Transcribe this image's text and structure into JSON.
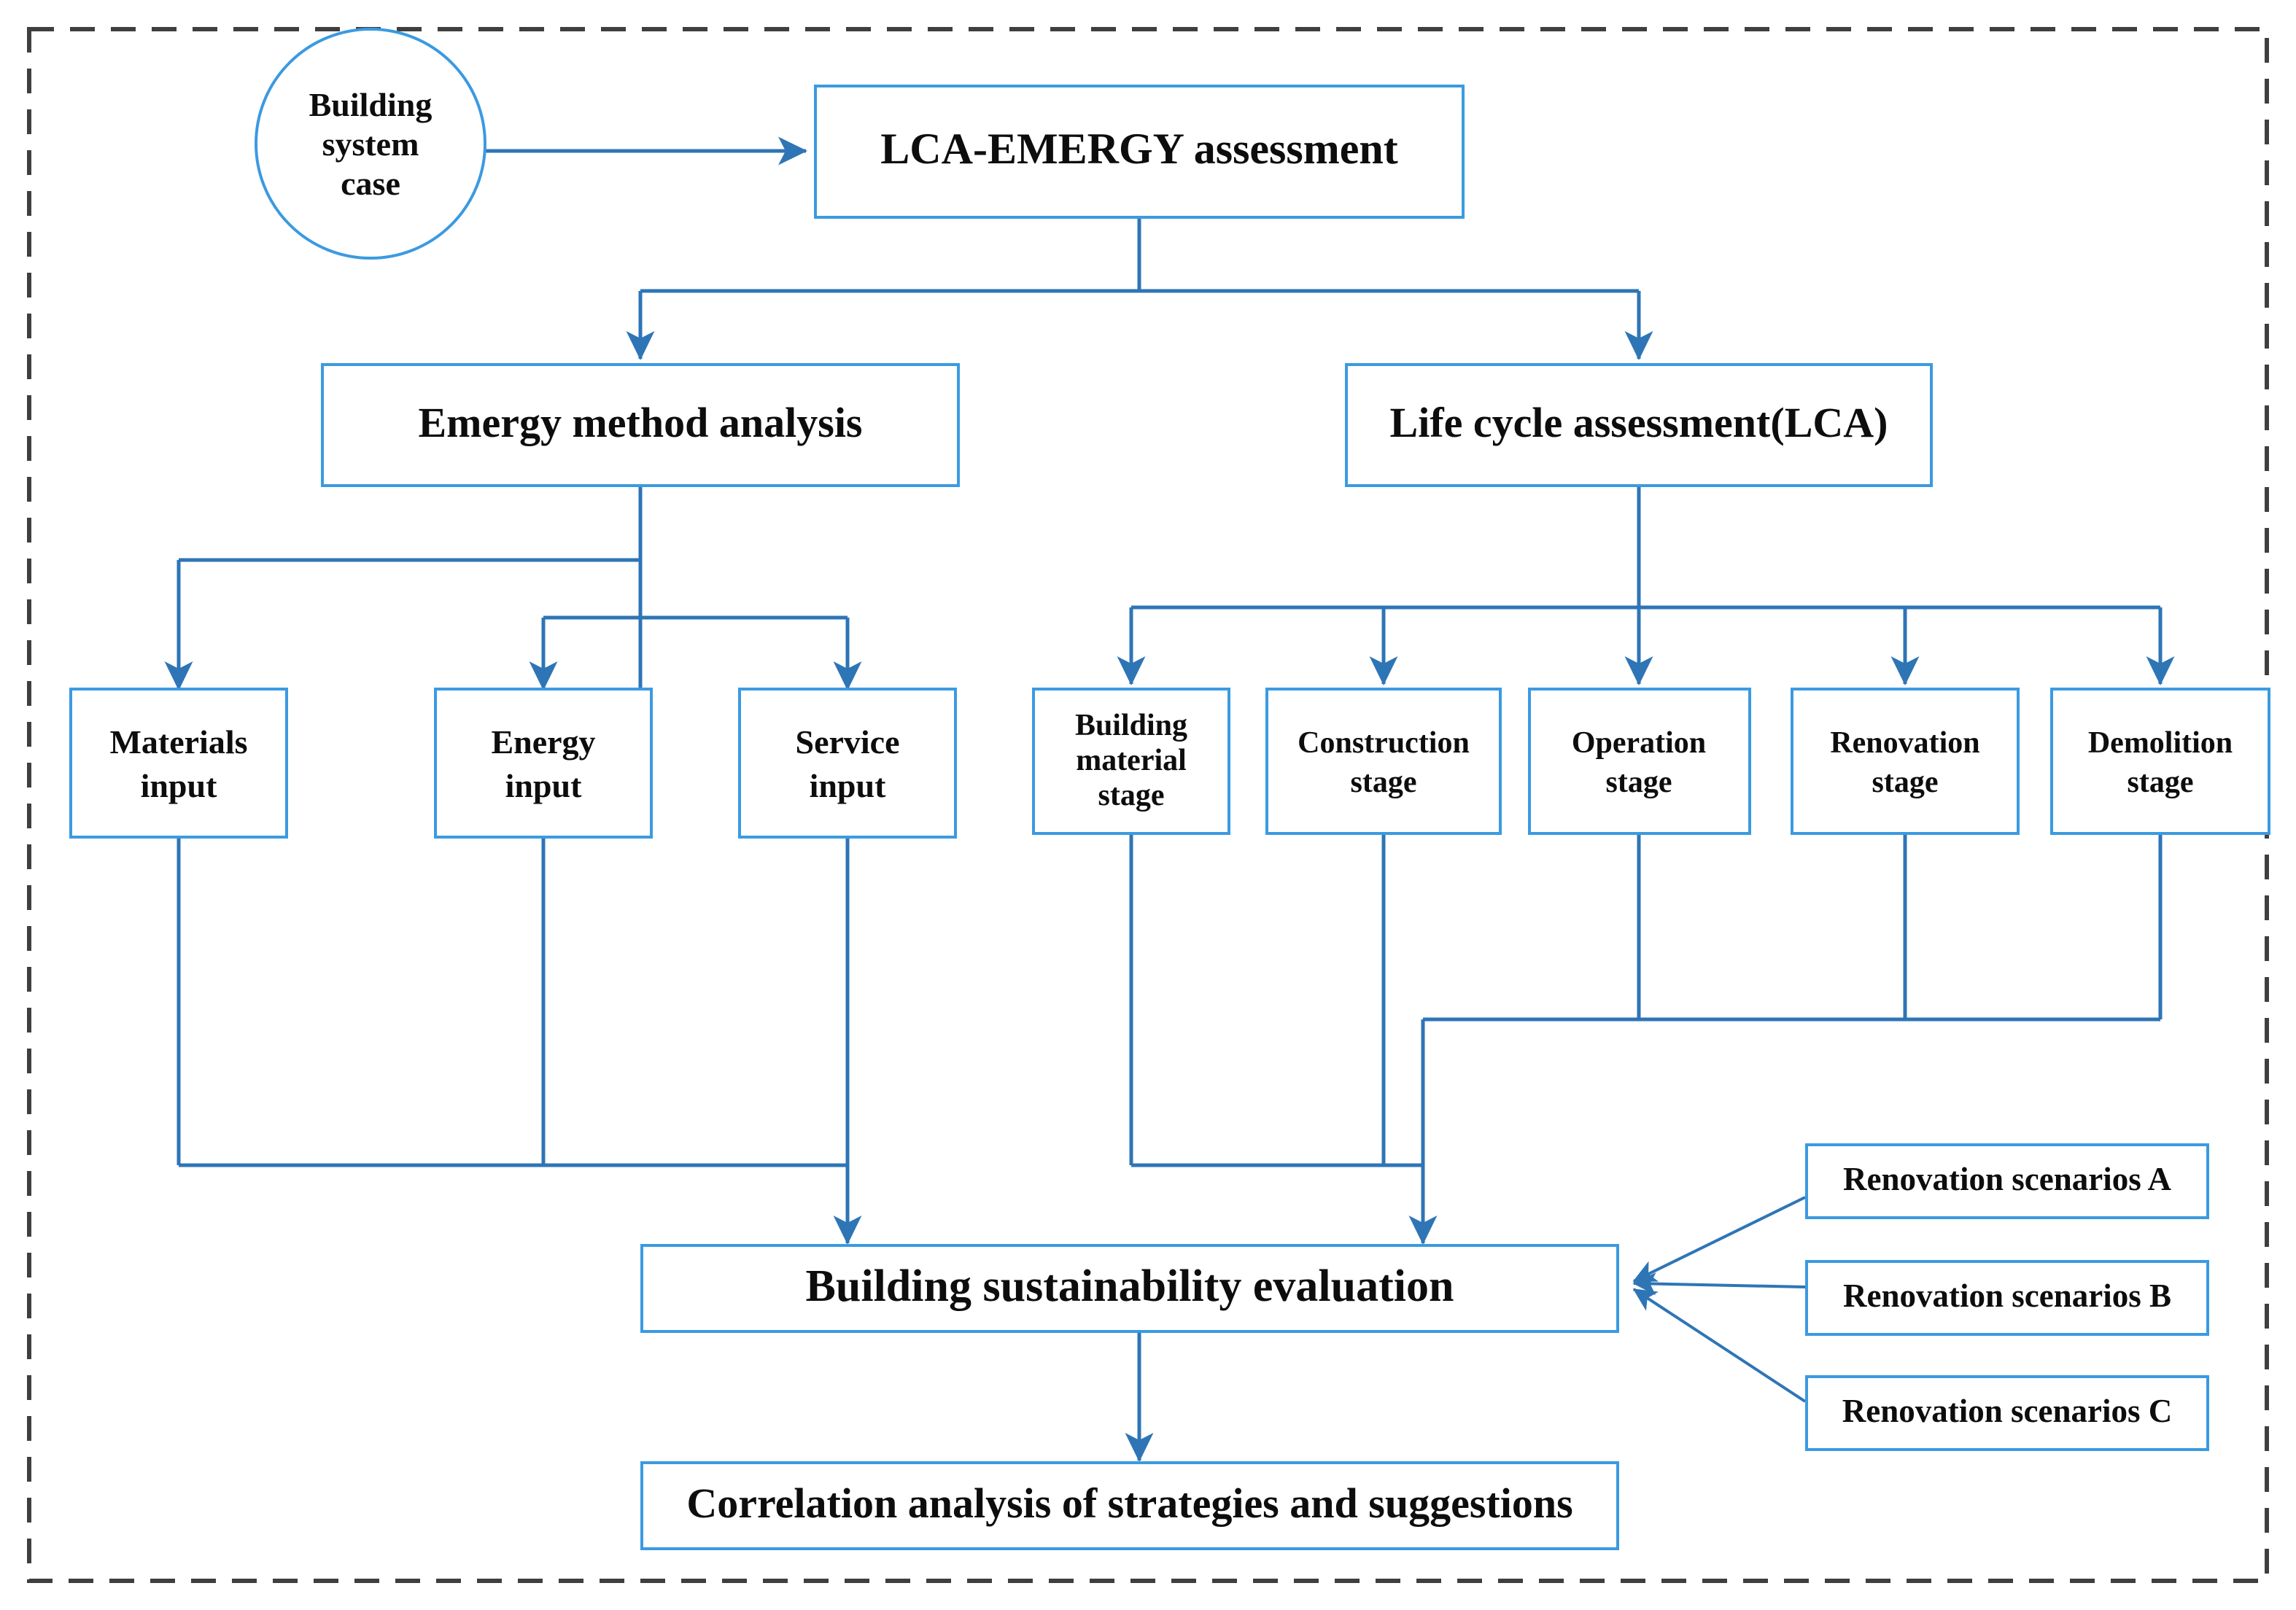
{
  "diagram": {
    "title_flow": "LCA-EMERGY assessment research framework",
    "frame": {
      "style": "dashed",
      "color": "#3f3f3f"
    },
    "accent_color": "#3b9ae1",
    "connector_color": "#2e75b6",
    "text_color": "#0d0d0d",
    "nodes": {
      "case": {
        "label_line1": "Building",
        "label_line2": "system",
        "label_line3": "case",
        "shape": "circle"
      },
      "root": {
        "label": "LCA-EMERGY assessment",
        "shape": "rect"
      },
      "emergy": {
        "label": "Emergy method analysis",
        "shape": "rect"
      },
      "lca": {
        "label": "Life cycle assessment(LCA)",
        "shape": "rect"
      },
      "materials": {
        "label_line1": "Materials",
        "label_line2": "input",
        "shape": "rect"
      },
      "energy": {
        "label_line1": "Energy",
        "label_line2": "input",
        "shape": "rect"
      },
      "service": {
        "label_line1": "Service",
        "label_line2": "input",
        "shape": "rect"
      },
      "building_material": {
        "label_line1": "Building",
        "label_line2": "material",
        "label_line3": "stage",
        "shape": "rect"
      },
      "construction": {
        "label_line1": "Construction",
        "label_line2": "stage",
        "shape": "rect"
      },
      "operation": {
        "label_line1": "Operation",
        "label_line2": "stage",
        "shape": "rect"
      },
      "renovation": {
        "label_line1": "Renovation",
        "label_line2": "stage",
        "shape": "rect"
      },
      "demolition": {
        "label_line1": "Demolition",
        "label_line2": "stage",
        "shape": "rect"
      },
      "evaluation": {
        "label": "Building sustainability evaluation",
        "shape": "rect"
      },
      "correlation": {
        "label": "Correlation analysis of strategies and suggestions",
        "shape": "rect"
      },
      "scenario_a": {
        "label": "Renovation scenarios A",
        "shape": "rect"
      },
      "scenario_b": {
        "label": "Renovation scenarios B",
        "shape": "rect"
      },
      "scenario_c": {
        "label": "Renovation scenarios C",
        "shape": "rect"
      }
    },
    "edges": [
      {
        "from": "case",
        "to": "root",
        "type": "arrow-right"
      },
      {
        "from": "root",
        "to": "emergy",
        "type": "arrow-down"
      },
      {
        "from": "root",
        "to": "lca",
        "type": "arrow-down"
      },
      {
        "from": "emergy",
        "to": "materials",
        "type": "arrow-down"
      },
      {
        "from": "emergy",
        "to": "energy",
        "type": "arrow-down"
      },
      {
        "from": "emergy",
        "to": "service",
        "type": "arrow-down"
      },
      {
        "from": "lca",
        "to": "building_material",
        "type": "arrow-down"
      },
      {
        "from": "lca",
        "to": "construction",
        "type": "arrow-down"
      },
      {
        "from": "lca",
        "to": "operation",
        "type": "arrow-down"
      },
      {
        "from": "lca",
        "to": "renovation",
        "type": "arrow-down"
      },
      {
        "from": "lca",
        "to": "demolition",
        "type": "arrow-down"
      },
      {
        "from": "materials",
        "to": "evaluation",
        "type": "bus-down"
      },
      {
        "from": "energy",
        "to": "evaluation",
        "type": "bus-down"
      },
      {
        "from": "service",
        "to": "evaluation",
        "type": "bus-down"
      },
      {
        "from": "building_material",
        "to": "evaluation",
        "type": "bus-down"
      },
      {
        "from": "construction",
        "to": "evaluation",
        "type": "bus-down"
      },
      {
        "from": "operation",
        "to": "evaluation",
        "type": "bus-down"
      },
      {
        "from": "renovation",
        "to": "evaluation",
        "type": "bus-down"
      },
      {
        "from": "demolition",
        "to": "evaluation",
        "type": "bus-down"
      },
      {
        "from": "evaluation",
        "to": "correlation",
        "type": "arrow-down"
      },
      {
        "from": "scenario_a",
        "to": "evaluation",
        "type": "arrow-left"
      },
      {
        "from": "scenario_b",
        "to": "evaluation",
        "type": "arrow-left"
      },
      {
        "from": "scenario_c",
        "to": "evaluation",
        "type": "arrow-left"
      }
    ]
  }
}
